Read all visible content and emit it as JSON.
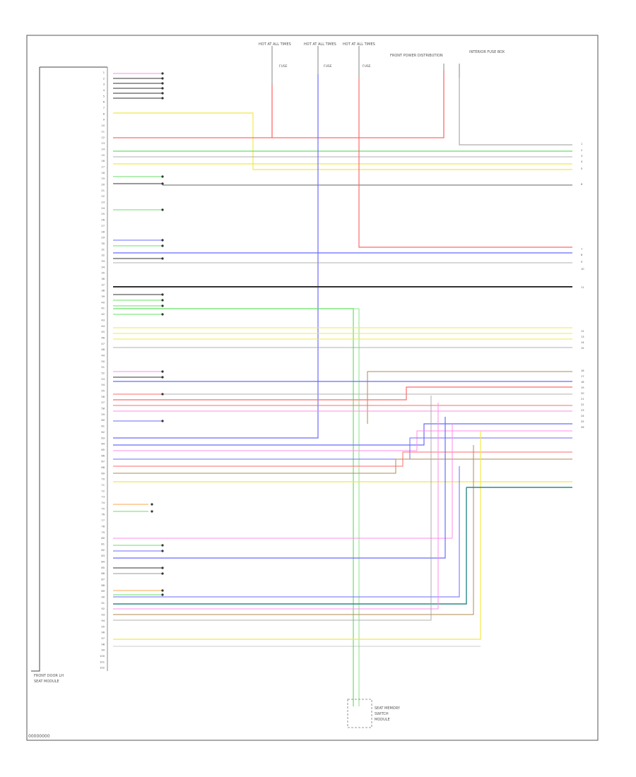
{
  "diagram": {
    "footer_code": "00000000",
    "module_caption": [
      "FRONT DOOR LH",
      "SEAT MODULE"
    ],
    "pin_numbers": [
      "1",
      "2",
      "3",
      "4",
      "5",
      "6",
      "7",
      "8",
      "9",
      "10",
      "11",
      "12",
      "13",
      "14",
      "15",
      "16",
      "17",
      "18",
      "19",
      "20",
      "21",
      "22",
      "23",
      "24",
      "25",
      "26",
      "27",
      "28",
      "29",
      "30",
      "31",
      "32",
      "33",
      "34",
      "35",
      "36",
      "37",
      "38",
      "39",
      "40",
      "41",
      "42",
      "43",
      "44",
      "45",
      "46",
      "47",
      "48",
      "49",
      "50",
      "51",
      "52",
      "53",
      "54",
      "55",
      "56",
      "57",
      "58",
      "59",
      "60",
      "61",
      "62",
      "63",
      "64",
      "65",
      "66",
      "67",
      "68",
      "69",
      "70",
      "71",
      "72",
      "73",
      "74",
      "75",
      "76",
      "77",
      "78",
      "79",
      "80",
      "81",
      "82",
      "83",
      "84",
      "85",
      "86",
      "87",
      "88",
      "89",
      "90",
      "91",
      "92",
      "93",
      "94",
      "95",
      "96",
      "97",
      "98",
      "99",
      "100",
      "101",
      "102"
    ],
    "top_connectors": [
      "HOT AT ALL TIMES",
      "HOT AT ALL TIMES",
      "HOT AT ALL TIMES"
    ],
    "top_fuses": [
      "FUSE",
      "FUSE",
      "FUSE"
    ],
    "top_right_labels": [
      "FRONT POWER DISTRIBUTION",
      "INTERIOR FUSE BOX"
    ],
    "bottom_label": [
      "SEAT MEMORY",
      "SWITCH",
      "MODULE"
    ],
    "right_numbers": [
      "1",
      "2",
      "3",
      "4",
      "5",
      "6",
      "7",
      "8",
      "9",
      "10",
      "11",
      "12",
      "13",
      "14",
      "15",
      "16",
      "17",
      "18",
      "19",
      "20",
      "21",
      "22",
      "23",
      "24",
      "25",
      "26"
    ],
    "wire_colors": {
      "red": "#ff6b6b",
      "pink": "#ff8ce8",
      "green": "#66e066",
      "yellow": "#f2e84a",
      "blue": "#6b6bff",
      "black": "#333333",
      "gray": "#999999",
      "orange": "#ffa64d",
      "brown": "#b08a55",
      "teal": "#2a8a8a",
      "lightblue": "#8ab4ff"
    }
  }
}
